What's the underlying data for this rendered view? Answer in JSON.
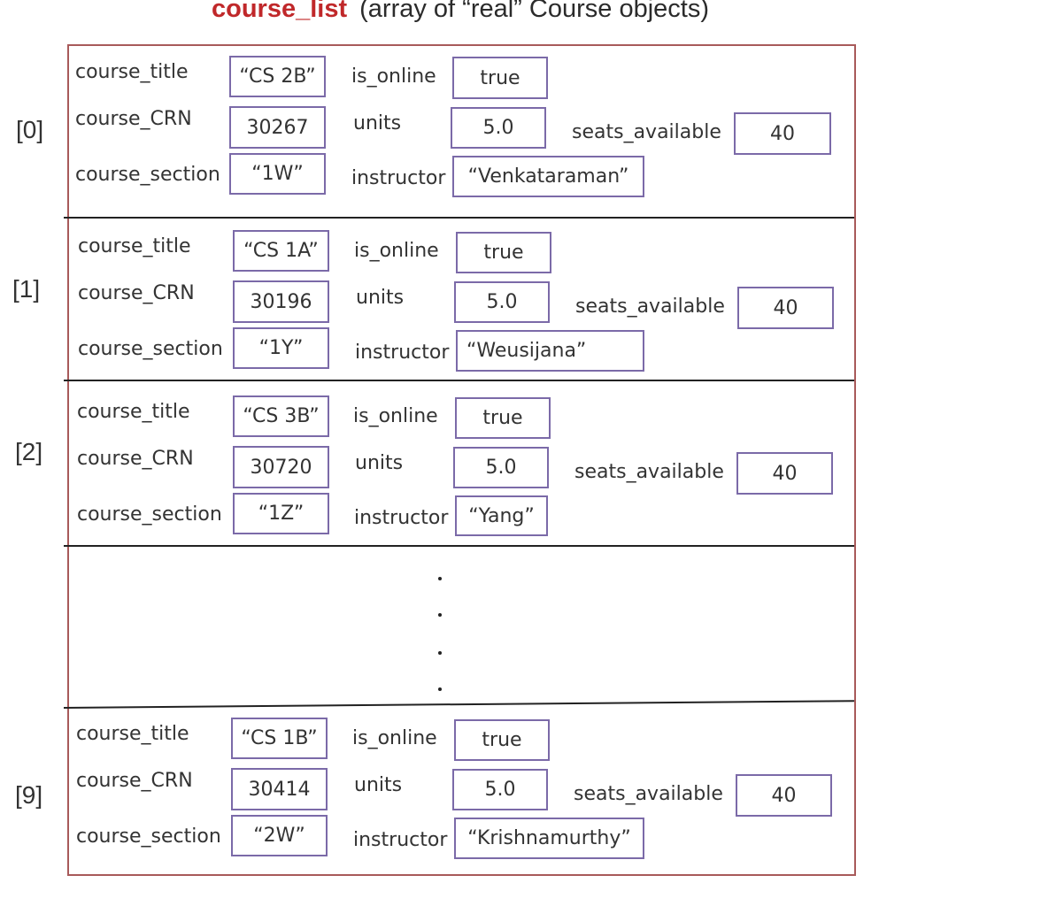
{
  "title": {
    "name": "course_list",
    "description": "(array of “real” Course objects)"
  },
  "field_labels": {
    "course_title": "course_title",
    "course_CRN": "course_CRN",
    "course_section": "course_section",
    "is_online": "is_online",
    "units": "units",
    "instructor": "instructor",
    "seats_available": "seats_available"
  },
  "courses": [
    {
      "index": "[0]",
      "course_title": "“CS 2B”",
      "course_CRN": "30267",
      "course_section": "“1W”",
      "is_online": "true",
      "units": "5.0",
      "instructor": "“Venkataraman”",
      "seats_available": "40"
    },
    {
      "index": "[1]",
      "course_title": "“CS 1A”",
      "course_CRN": "30196",
      "course_section": "“1Y”",
      "is_online": "true",
      "units": "5.0",
      "instructor": "“Weusijana”",
      "seats_available": "40"
    },
    {
      "index": "[2]",
      "course_title": "“CS 3B”",
      "course_CRN": "30720",
      "course_section": "“1Z”",
      "is_online": "true",
      "units": "5.0",
      "instructor": "“Yang”",
      "seats_available": "40"
    },
    {
      "index": "[9]",
      "course_title": "“CS 1B”",
      "course_CRN": "30414",
      "course_section": "“2W”",
      "is_online": "true",
      "units": "5.0",
      "instructor": "“Krishnamurthy”",
      "seats_available": "40"
    }
  ]
}
